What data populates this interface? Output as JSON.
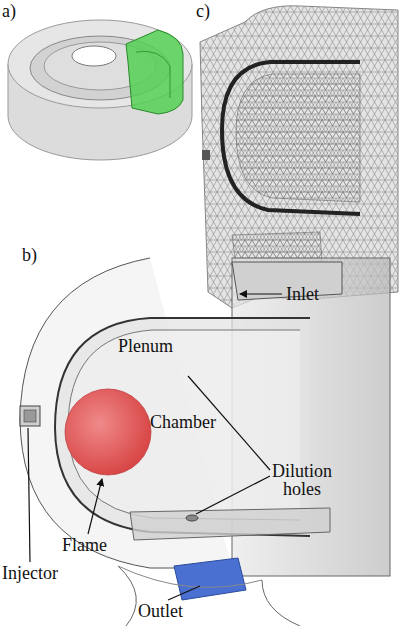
{
  "diagram": {
    "labels": [
      "a)",
      "c)",
      "b)",
      "Inlet",
      "Plenum",
      "Chamber",
      "Dilution holes",
      "Injector",
      "Flame",
      "Outlet"
    ]
  }
}
